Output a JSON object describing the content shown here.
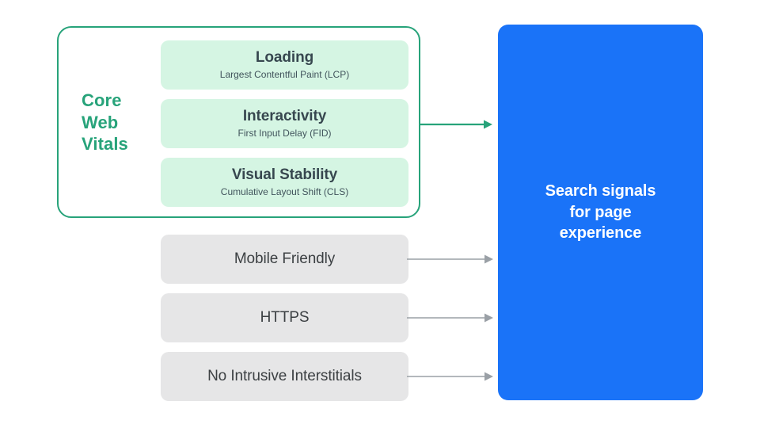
{
  "diagram": {
    "title": "Search signals for page experience",
    "colors": {
      "green_accent": "#27A37A",
      "green_card_fill": "#D5F5E3",
      "gray_card_fill": "#E6E6E7",
      "blue_panel": "#1A73F8",
      "arrow_gray": "#9AA0A6",
      "text_dark": "#3C4043",
      "text_card": "#37474F"
    }
  },
  "core_web_vitals": {
    "group_label": "Core Web Vitals",
    "group_label_lines": [
      "Core",
      "Web",
      "Vitals"
    ],
    "metrics": [
      {
        "title": "Loading",
        "subtitle": "Largest Contentful Paint (LCP)",
        "abbr": "LCP"
      },
      {
        "title": "Interactivity",
        "subtitle": "First Input Delay (FID)",
        "abbr": "FID"
      },
      {
        "title": "Visual Stability",
        "subtitle": "Cumulative Layout Shift (CLS)",
        "abbr": "CLS"
      }
    ]
  },
  "other_signals": [
    {
      "label": "Mobile Friendly"
    },
    {
      "label": "HTTPS"
    },
    {
      "label": "No Intrusive Interstitials"
    }
  ],
  "destination": {
    "text": "Search signals\nfor page\nexperience"
  },
  "arrows": [
    {
      "name": "core-web-vitals-to-destination",
      "color": "#27A37A"
    },
    {
      "name": "mobile-friendly-to-destination",
      "color": "#9AA0A6"
    },
    {
      "name": "https-to-destination",
      "color": "#9AA0A6"
    },
    {
      "name": "no-intrusive-interstitials-to-destination",
      "color": "#9AA0A6"
    }
  ]
}
